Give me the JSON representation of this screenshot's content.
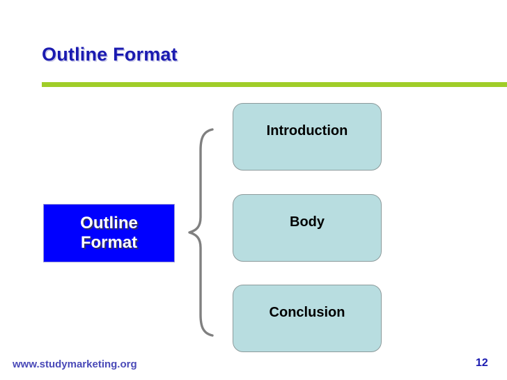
{
  "slide": {
    "title": "Outline Format",
    "accent_rule_color": "#a0cd28",
    "title_color": "#1a1ab0",
    "background_color": "#ffffff"
  },
  "label_box": {
    "name": "outline-format-label",
    "background_color": "#0000ff",
    "text_color": "#ffffff",
    "lines": [
      "Outline",
      "Format"
    ]
  },
  "brace": {
    "icon": "curly-brace-icon",
    "color": "#808080",
    "direction": "left-opening"
  },
  "stages": [
    {
      "label": "Introduction",
      "fill": "#b8dde0",
      "border": "#8c9a9b"
    },
    {
      "label": "Body",
      "fill": "#b8dde0",
      "border": "#8c9a9b"
    },
    {
      "label": "Conclusion",
      "fill": "#b8dde0",
      "border": "#8c9a9b"
    }
  ],
  "footer": {
    "url": "www.studymarketing.org",
    "url_color": "#4a4ab8",
    "page_number": "12",
    "page_number_color": "#1a1ab0"
  }
}
